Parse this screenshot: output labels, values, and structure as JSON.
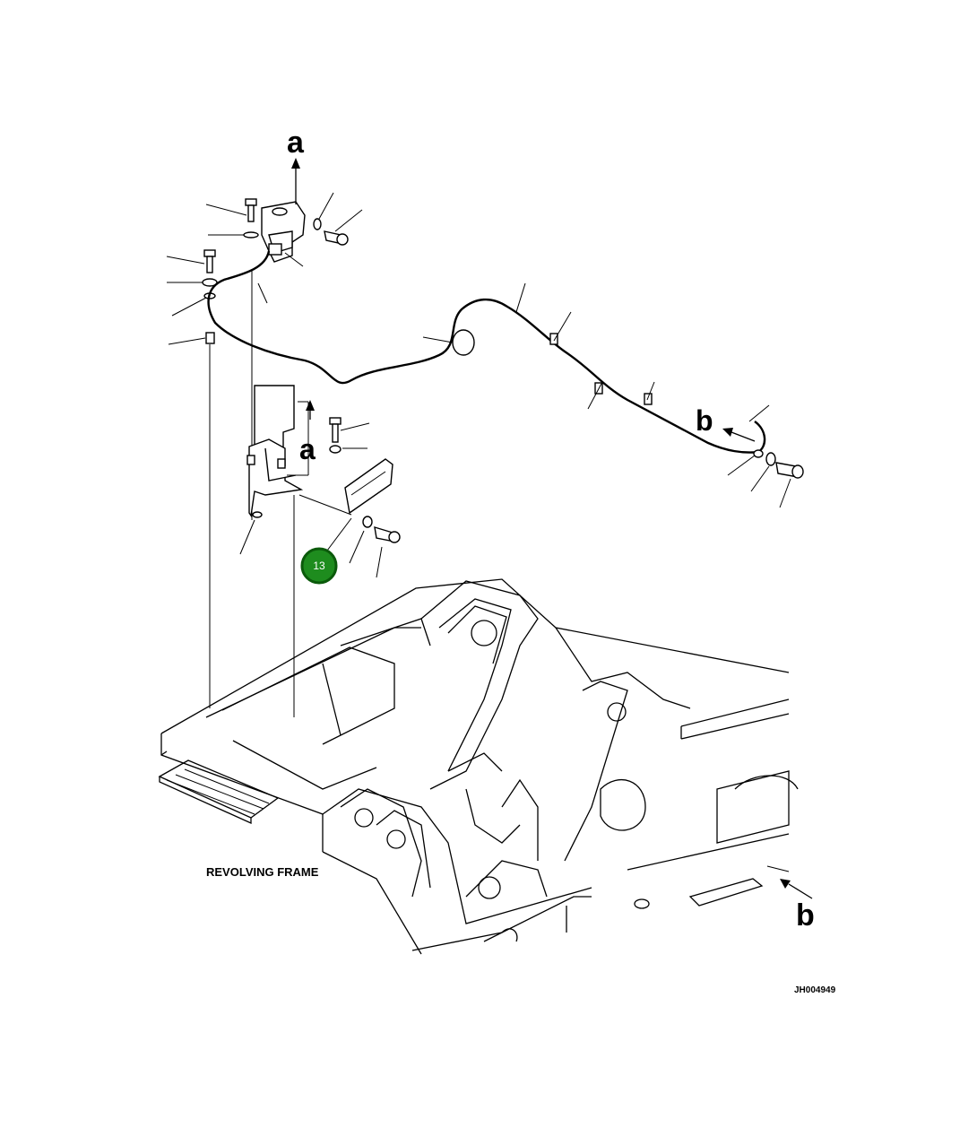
{
  "callouts": {
    "a_top": "a",
    "a_mid": "a",
    "b_right": "b",
    "b_bottom": "b"
  },
  "badge": {
    "number": "13",
    "color": "#1e8c1e"
  },
  "frame_label": "REVOLVING FRAME",
  "figure_code": "JH004949"
}
